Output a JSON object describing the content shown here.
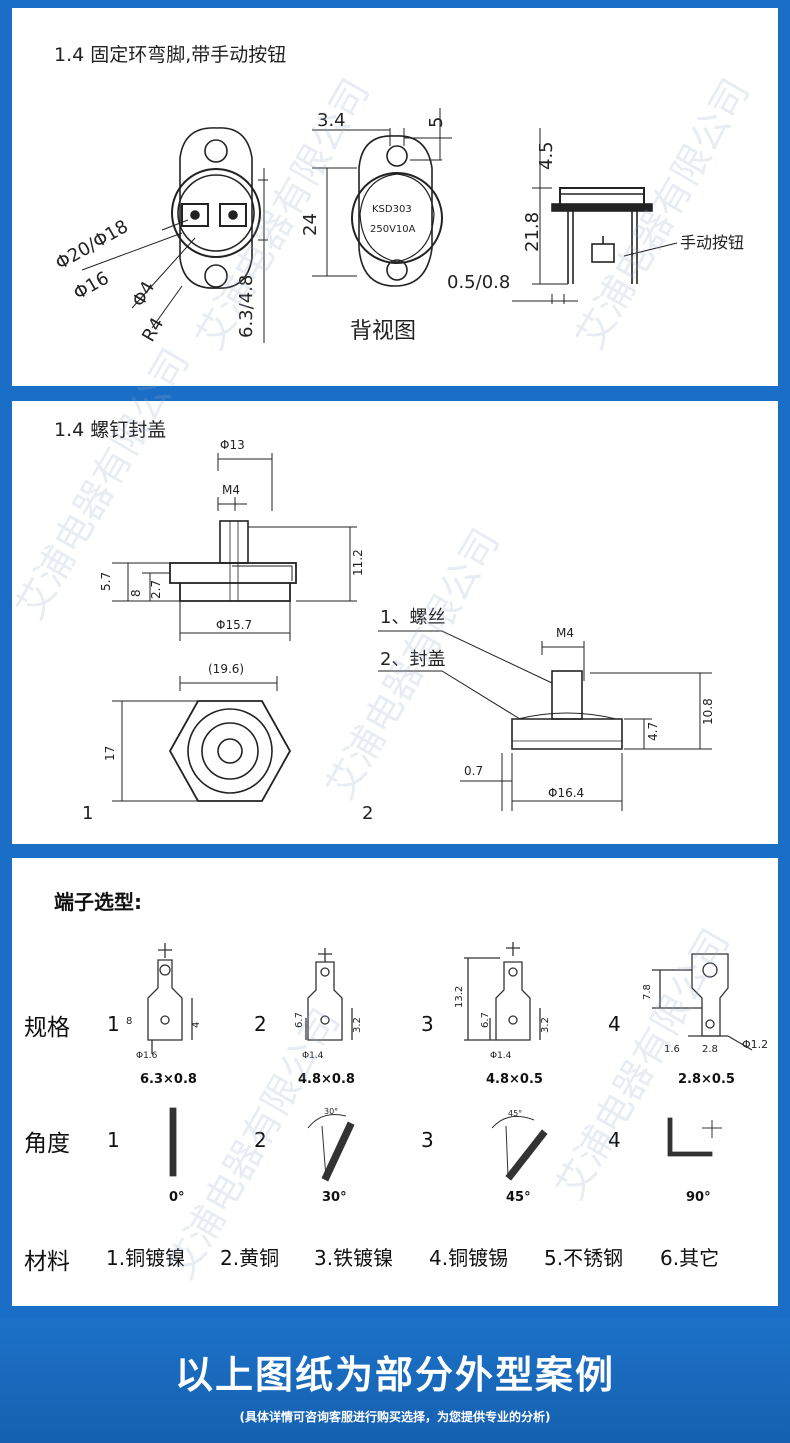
{
  "panel1": {
    "title": "1.4 固定环弯脚,带手动按钮",
    "dims_left": [
      "Φ20/Φ18",
      "Φ16",
      "Φ4",
      "R4",
      "6.3/4.8"
    ],
    "dims_mid": [
      "3.4",
      "5",
      "24"
    ],
    "chip_text": [
      "KSD303",
      "250V10A"
    ],
    "back_view": "背视图",
    "dims_right": [
      "4.5",
      "21.8",
      "0.5/0.8"
    ],
    "button_label": "手动按钮"
  },
  "panel2": {
    "title": "1.4 螺钉封盖",
    "dims_top": [
      "Φ13",
      "M4",
      "11.2",
      "5.7",
      "8",
      "2.7",
      "Φ15.7"
    ],
    "dims_bottom_left": [
      "(19.6)",
      "17"
    ],
    "legend": [
      "1、螺丝",
      "2、封盖"
    ],
    "dims_right": [
      "M4",
      "10.8",
      "4.7",
      "0.7",
      "Φ16.4"
    ],
    "fig_numbers": [
      "1",
      "2"
    ]
  },
  "panel3": {
    "title": "端子选型:",
    "row_spec": "规格",
    "row_angle": "角度",
    "row_material": "材料",
    "indices": [
      "1",
      "2",
      "3",
      "4"
    ],
    "specs": [
      "6.3×0.8",
      "4.8×0.8",
      "4.8×0.5",
      "2.8×0.5"
    ],
    "angles": [
      "0°",
      "30°",
      "45°",
      "90°"
    ],
    "terminal_dims": {
      "t1": [
        "8",
        "4",
        "Φ1.6"
      ],
      "t2": [
        "6.7",
        "3.2",
        "Φ1.4"
      ],
      "t3": [
        "13.2",
        "6.7",
        "3.2",
        "Φ1.4"
      ],
      "t4": [
        "7.8",
        "1.6",
        "2.8",
        "Φ1.2"
      ]
    },
    "angle_marks": [
      "30°",
      "45°"
    ],
    "materials": [
      "1.铜镀镍",
      "2.黄铜",
      "3.铁镀镍",
      "4.铜镀锡",
      "5.不锈钢",
      "6.其它"
    ]
  },
  "footer": {
    "title": "以上图纸为部分外型案例",
    "subtitle": "(具体详情可咨询客服进行购买选择，为您提供专业的分析)"
  },
  "watermark": "艾浦电器有限公司"
}
